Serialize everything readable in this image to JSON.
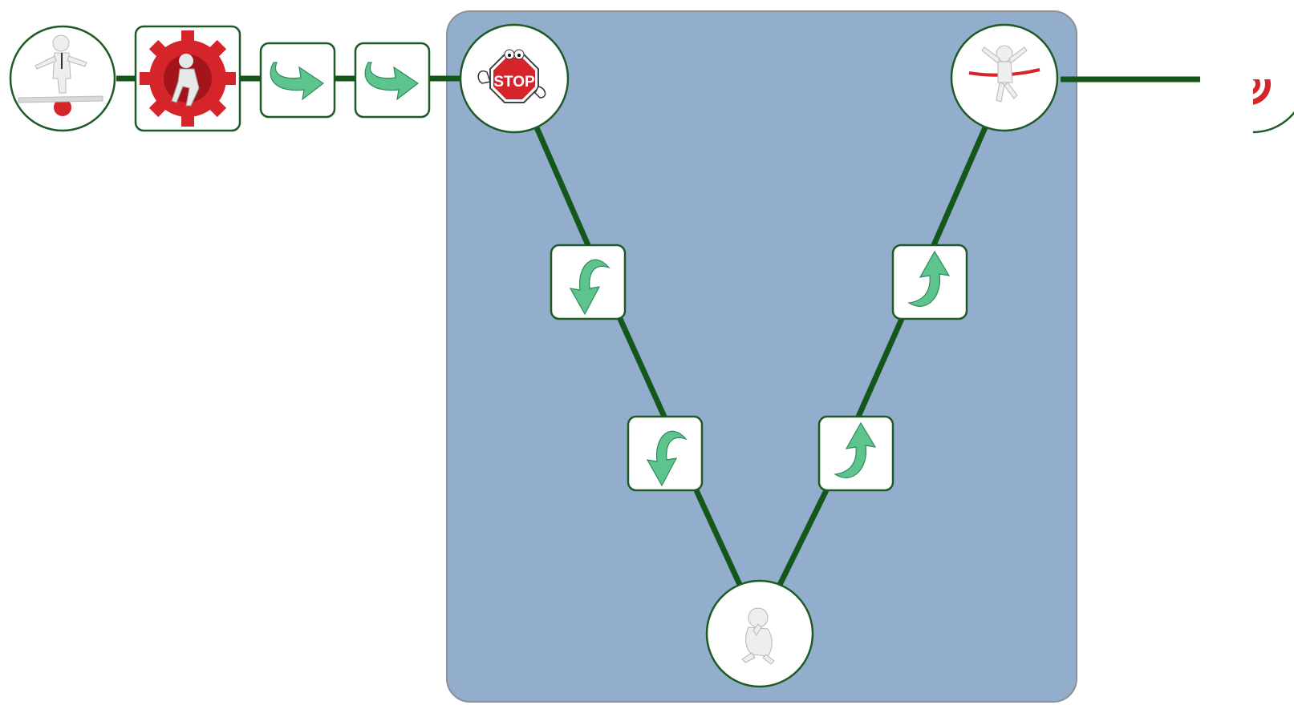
{
  "diagram": {
    "colors": {
      "panel": "#93aecd",
      "connector": "#15561a",
      "node_border": "#1e5a24",
      "arrow": "#5ec48d",
      "accent_red": "#d6242b"
    },
    "nodes": [
      {
        "id": "balance",
        "icon": "person-balancing-icon"
      },
      {
        "id": "gear",
        "icon": "person-in-gear-icon"
      },
      {
        "id": "forward-1",
        "icon": "curved-arrow-right-icon"
      },
      {
        "id": "forward-2",
        "icon": "curved-arrow-right-icon"
      },
      {
        "id": "stop",
        "icon": "stop-sign-icon",
        "text": "STOP"
      },
      {
        "id": "down-1",
        "icon": "curved-arrow-down-icon"
      },
      {
        "id": "down-2",
        "icon": "curved-arrow-down-icon"
      },
      {
        "id": "bottom",
        "icon": "person-sitting-thinking-icon"
      },
      {
        "id": "up-1",
        "icon": "curved-arrow-up-icon"
      },
      {
        "id": "up-2",
        "icon": "curved-arrow-up-icon"
      },
      {
        "id": "finish",
        "icon": "person-finish-line-icon"
      },
      {
        "id": "target",
        "icon": "bullseye-target-icon"
      }
    ]
  }
}
